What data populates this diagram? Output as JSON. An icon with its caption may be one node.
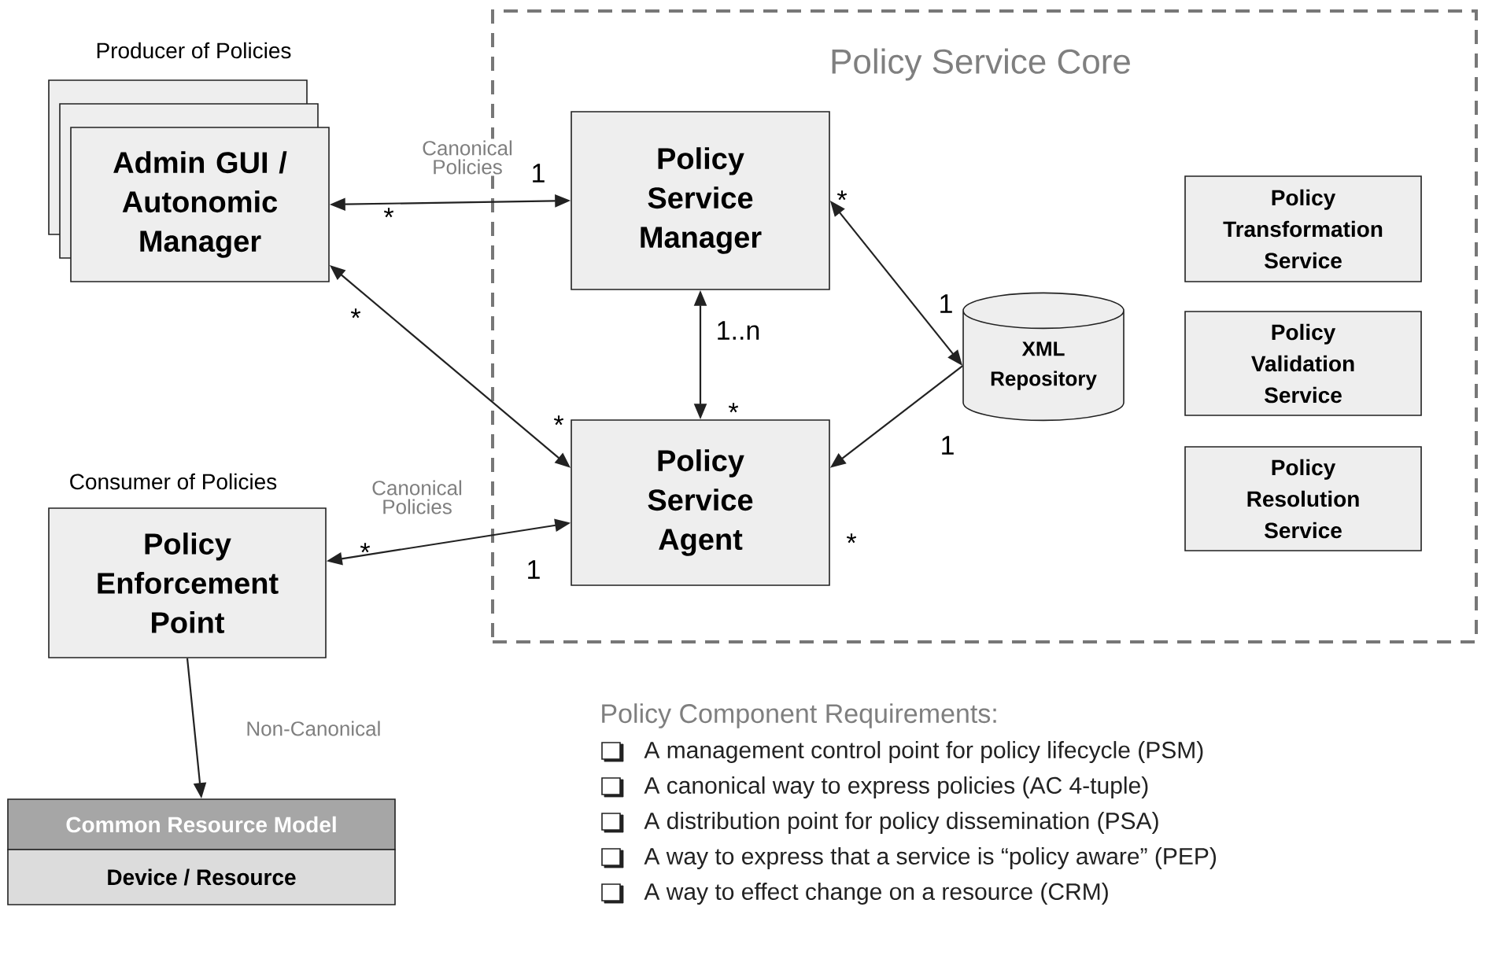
{
  "diagram": {
    "nodes": [
      {
        "text": [
          "Policy Service Core"
        ]
      },
      {
        "text": [
          "Producer of Policies",
          "Admin GUI / Autonomic Manager"
        ]
      },
      {
        "text": [
          "Policy Service Manager"
        ],
        "in": 0
      },
      {
        "text": [
          "Policy Service Agent"
        ],
        "in": 0
      },
      {
        "text": [
          "XML Repository"
        ],
        "in": 0
      },
      {
        "text": [
          "Policy Transformation Service"
        ],
        "in": 0
      },
      {
        "text": [
          "Policy Validation Service"
        ],
        "in": 0
      },
      {
        "text": [
          "Policy Resolution Service"
        ],
        "in": 0
      },
      {
        "text": [
          "Consumer of Policies",
          "Policy Enforcement Point"
        ]
      },
      {
        "text": [
          "Common Resource Model"
        ]
      },
      {
        "text": [
          "Device / Resource"
        ]
      }
    ],
    "edges": [
      {
        "from": 1,
        "to": 2,
        "arrow": "both",
        "label": "Canonical Policies"
      },
      {
        "from": 3,
        "to": 1,
        "arrow": "both"
      },
      {
        "from": 2,
        "to": 3,
        "arrow": "both"
      },
      {
        "from": 2,
        "to": 4,
        "arrow": "both"
      },
      {
        "from": 4,
        "to": 3,
        "arrow": "to"
      },
      {
        "from": 3,
        "to": 8,
        "arrow": "both",
        "label": "Canonical Policies"
      },
      {
        "from": 8,
        "to": 9,
        "arrow": "to",
        "label": "Non-Canonical"
      }
    ],
    "labels": [
      "*",
      "1",
      "*",
      "*",
      "1..n",
      "1",
      "*",
      "*",
      "1",
      "*",
      "1",
      "*",
      "Policy Component Requirements:",
      "A management control point for policy lifecycle (PSM)",
      "A canonical way to express policies (AC 4-tuple)",
      "A distribution point for policy dissemination (PSA)",
      "A way to express that a service is “policy aware” (PEP)",
      "A way to effect change on a resource (CRM)"
    ]
  }
}
